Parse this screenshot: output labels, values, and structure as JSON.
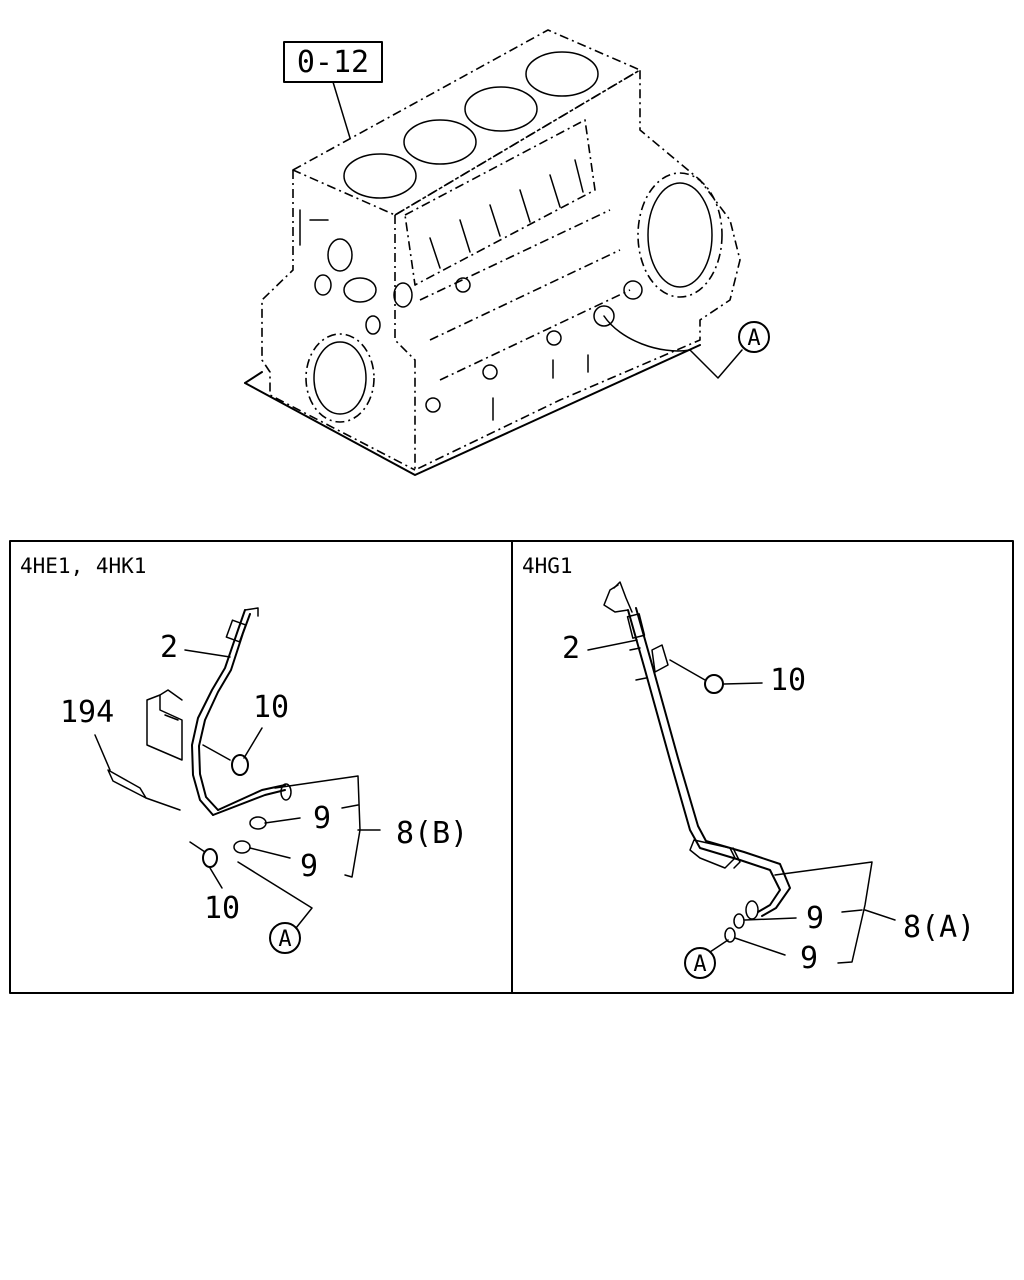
{
  "main_ref": "0-12",
  "callout_ref": "A",
  "panels": {
    "left": {
      "header": "4HE1, 4HK1",
      "labels": {
        "part_2": "2",
        "part_194": "194",
        "part_10_top": "10",
        "part_9_top": "9",
        "part_9_bottom": "9",
        "part_8": "8(B)",
        "part_10_bottom": "10",
        "ref_a": "A"
      }
    },
    "right": {
      "header": "4HG1",
      "labels": {
        "part_2": "2",
        "part_10": "10",
        "part_9_top": "9",
        "part_9_bottom": "9",
        "part_8": "8(A)",
        "ref_a": "A"
      }
    }
  }
}
